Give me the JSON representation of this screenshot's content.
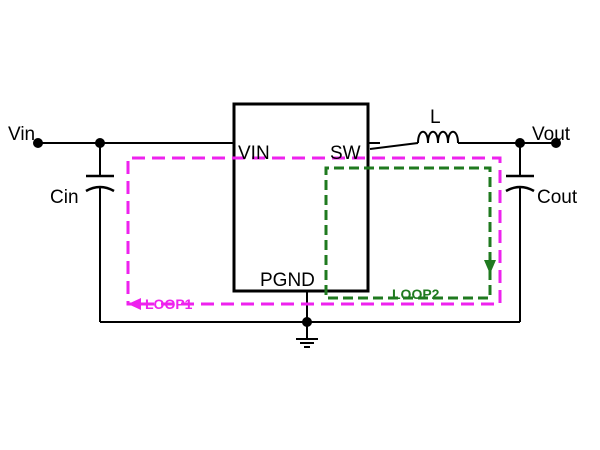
{
  "labels": {
    "vin_terminal": "Vin",
    "vout_terminal": "Vout",
    "cin": "Cin",
    "cout": "Cout",
    "inductor": "L",
    "ic_vin_pin": "VIN",
    "ic_sw_pin": "SW",
    "ic_pgnd_pin": "PGND",
    "loop1": "LOOP1",
    "loop2": "LOOP2"
  },
  "colors": {
    "wire": "#000000",
    "loop1": "#ee22ee",
    "loop2": "#1f7a1f",
    "background": "#ffffff"
  }
}
